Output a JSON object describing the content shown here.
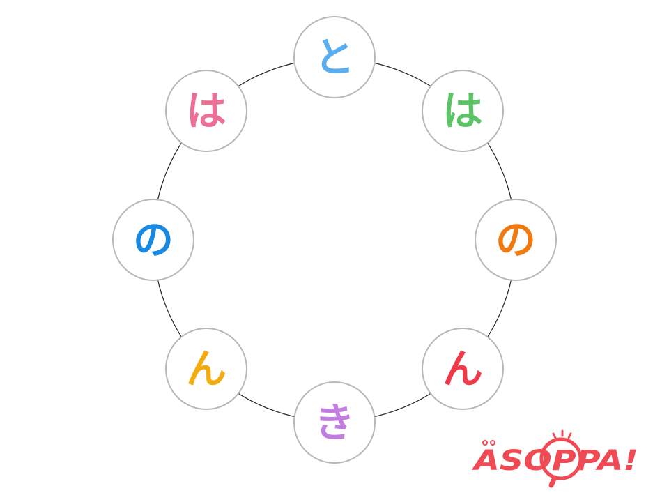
{
  "ring": {
    "characters": [
      {
        "char": "と",
        "color": "#5aaef0"
      },
      {
        "char": "は",
        "color": "#5cc466"
      },
      {
        "char": "の",
        "color": "#f07a10"
      },
      {
        "char": "ん",
        "color": "#f03a4a"
      },
      {
        "char": "き",
        "color": "#c27de0"
      },
      {
        "char": "ん",
        "color": "#f2ac10"
      },
      {
        "char": "の",
        "color": "#1888e0"
      },
      {
        "char": "は",
        "color": "#ee6f96"
      }
    ]
  },
  "logo": {
    "text": "ASOPPA!",
    "color": "#f04a55"
  }
}
